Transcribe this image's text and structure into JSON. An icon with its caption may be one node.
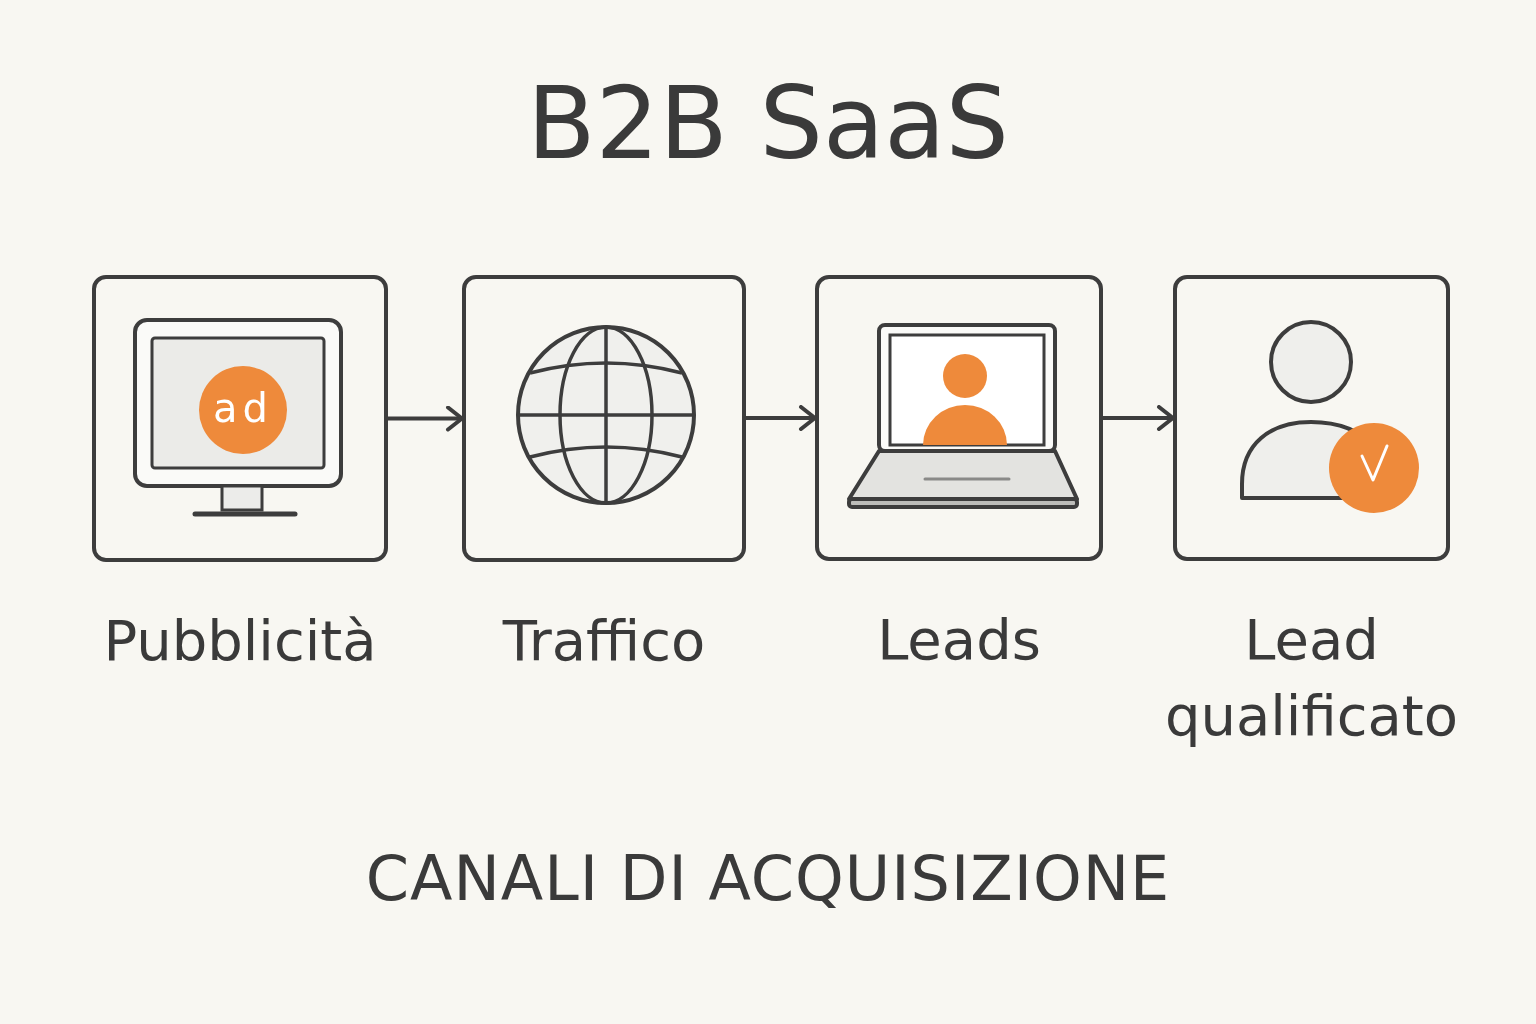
{
  "diagram": {
    "title": "B2B SaaS",
    "nodes": [
      {
        "text": [
          "Pubblicità"
        ]
      },
      {
        "text": [
          "Traffico"
        ]
      },
      {
        "text": [
          "Leads"
        ]
      },
      {
        "text": [
          "Lead qualificato"
        ]
      }
    ],
    "edges": [
      {
        "from": 0,
        "to": 1,
        "arrow": "to"
      },
      {
        "from": 1,
        "to": 2,
        "arrow": "to"
      },
      {
        "from": 2,
        "to": 3,
        "arrow": "to"
      }
    ],
    "labels": [
      "ad"
    ],
    "caption": "CANALI DI ACQUISIZIONE"
  }
}
